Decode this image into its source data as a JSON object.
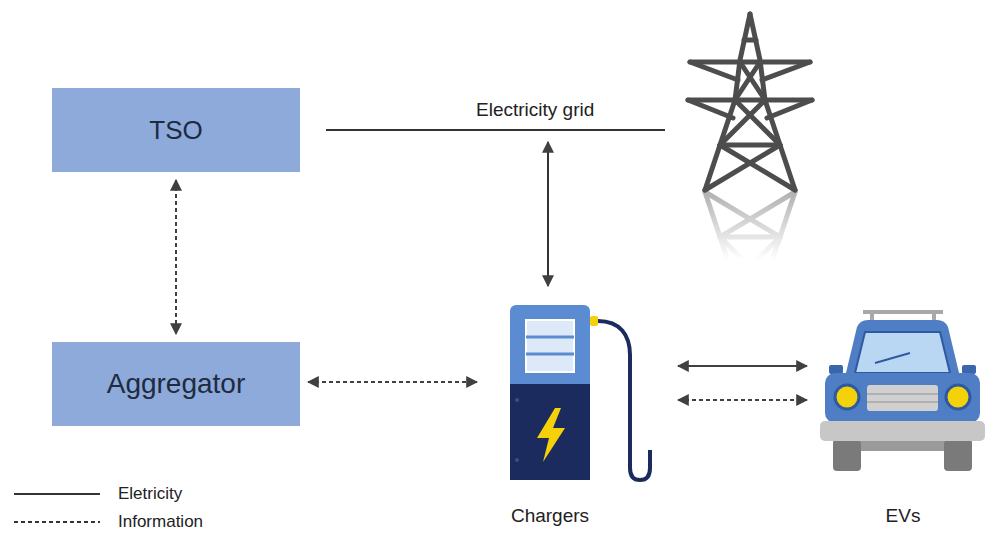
{
  "diagram": {
    "nodes": [
      {
        "text": [
          "TSO"
        ]
      },
      {
        "text": [
          "Aggregator"
        ]
      },
      {
        "text": [
          "Chargers"
        ]
      },
      {
        "text": [
          "EVs"
        ]
      }
    ],
    "edges": [
      {
        "from": 0,
        "to": 1,
        "arrow": "both"
      },
      {
        "from": 1,
        "to": 2,
        "arrow": "both"
      },
      {
        "from": 2,
        "to": 3,
        "arrow": "both"
      },
      {
        "from": 2,
        "to": 3,
        "arrow": "both"
      }
    ],
    "labels": [
      "Electricity grid"
    ],
    "legend": [
      {
        "text": "Eletricity"
      },
      {
        "text": "Information"
      }
    ]
  }
}
